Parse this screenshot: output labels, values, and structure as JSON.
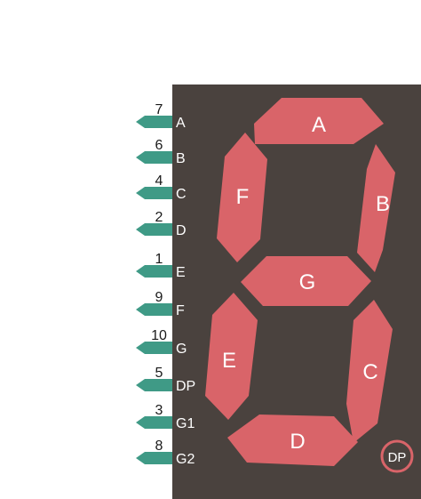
{
  "colors": {
    "body": "#4a423e",
    "segment": "#d96469",
    "segment_text": "#ffffff",
    "pin": "#3f9a86",
    "text": "#1a1a1a",
    "dp_ring": "#d96469",
    "background": "#ffffff"
  },
  "segments": [
    {
      "id": "a",
      "label": "A"
    },
    {
      "id": "b",
      "label": "B"
    },
    {
      "id": "c",
      "label": "C"
    },
    {
      "id": "d",
      "label": "D"
    },
    {
      "id": "e",
      "label": "E"
    },
    {
      "id": "f",
      "label": "F"
    },
    {
      "id": "g",
      "label": "G"
    }
  ],
  "decimal_point": {
    "label": "DP"
  },
  "pins": [
    {
      "number": "7",
      "name": "A"
    },
    {
      "number": "6",
      "name": "B"
    },
    {
      "number": "4",
      "name": "C"
    },
    {
      "number": "2",
      "name": "D"
    },
    {
      "number": "1",
      "name": "E"
    },
    {
      "number": "9",
      "name": "F"
    },
    {
      "number": "10",
      "name": "G"
    },
    {
      "number": "5",
      "name": "DP"
    },
    {
      "number": "3",
      "name": "G1"
    },
    {
      "number": "8",
      "name": "G2"
    }
  ]
}
